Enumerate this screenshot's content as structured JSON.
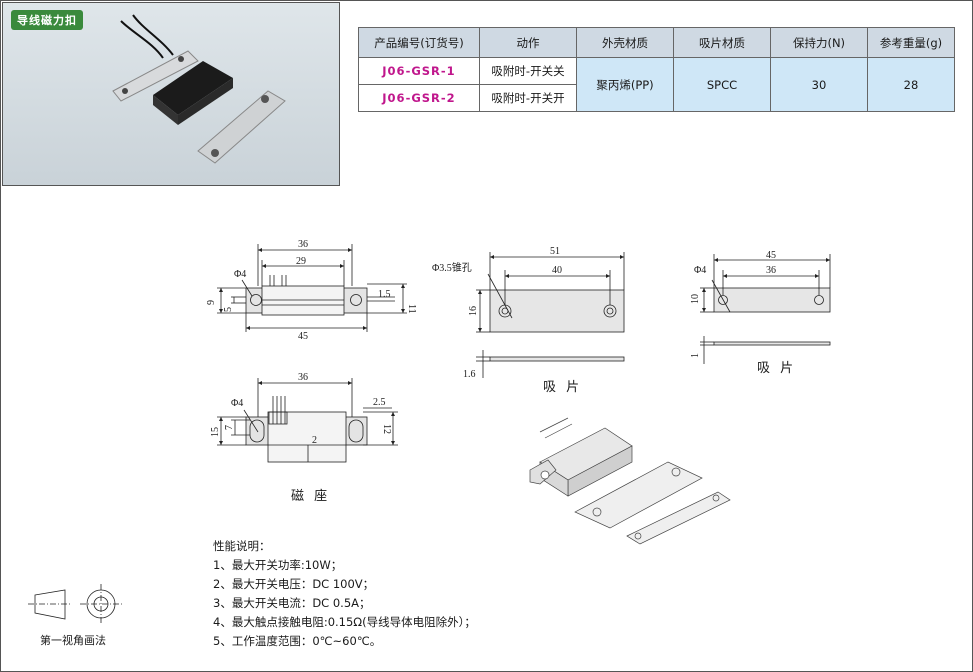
{
  "product_tag": "导线磁力扣",
  "table": {
    "headers": [
      "产品编号(订货号)",
      "动作",
      "外壳材质",
      "吸片材质",
      "保持力(N)",
      "参考重量(g)"
    ],
    "rows": [
      {
        "code": "J06-GSR-1",
        "action": "吸附时-开关关"
      },
      {
        "code": "J06-GSR-2",
        "action": "吸附时-开关开"
      }
    ],
    "shell_material": "聚丙烯(PP)",
    "plate_material": "SPCC",
    "holding_force": "30",
    "weight": "28"
  },
  "drawings": {
    "top_view": {
      "d36": "36",
      "d29": "29",
      "d45": "45",
      "phi": "Φ4",
      "h9": "9",
      "h5": "5",
      "h1_5": "1.5",
      "h11": "11"
    },
    "plate_large": {
      "phi": "Φ3.5锥孔",
      "d51": "51",
      "d40": "40",
      "h16": "16",
      "t": "1.6"
    },
    "plate_small": {
      "d45": "45",
      "d36": "36",
      "phi": "Φ4",
      "h10": "10",
      "t": "1"
    },
    "front_view": {
      "d36": "36",
      "phi": "Φ4",
      "h7": "7",
      "h15": "15",
      "d2_5": "2.5",
      "h12": "12",
      "d2": "2"
    }
  },
  "captions": {
    "plate1": "吸 片",
    "plate2": "吸 片",
    "base": "磁 座"
  },
  "features": {
    "title": "性能说明：",
    "items": [
      "1、最大开关功率:10W；",
      "2、最大开关电压：DC 100V；",
      "3、最大开关电流：DC 0.5A；",
      "4、最大触点接触电阻:0.15Ω(导线导体电阻除外）；",
      "5、工作温度范围：0℃~60℃。"
    ]
  },
  "projection_label": "第一视角画法"
}
